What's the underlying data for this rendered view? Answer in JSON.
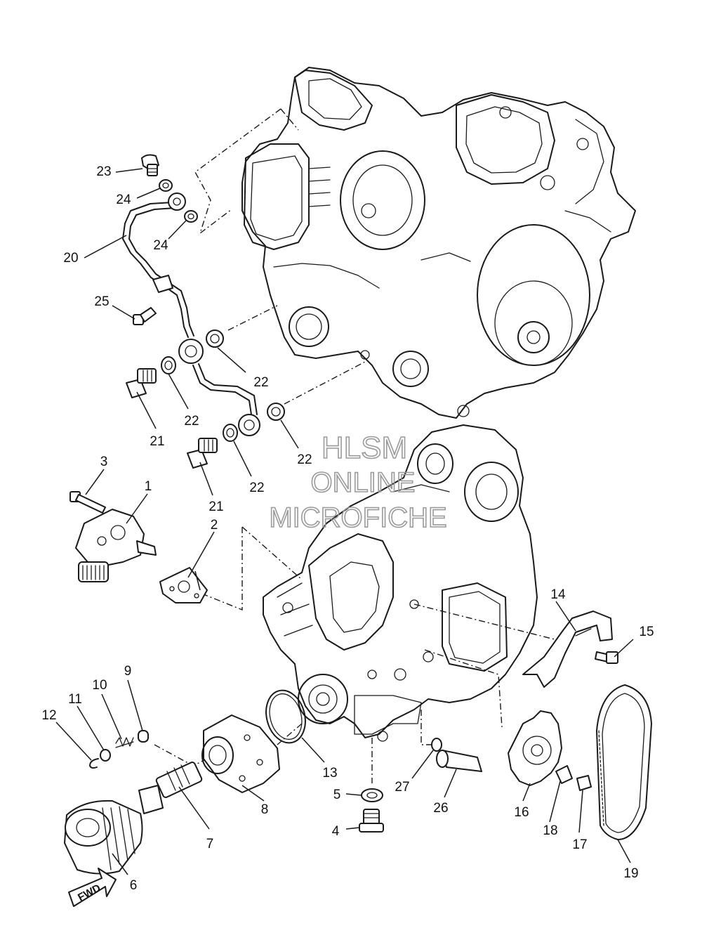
{
  "watermark": {
    "line1": "HLSM",
    "line2": "ONLINE",
    "line3": "MICROFICHE"
  },
  "fwd_label": "FWD",
  "callouts": [
    {
      "id": "1",
      "label": "1"
    },
    {
      "id": "2",
      "label": "2"
    },
    {
      "id": "3",
      "label": "3"
    },
    {
      "id": "4",
      "label": "4"
    },
    {
      "id": "5",
      "label": "5"
    },
    {
      "id": "6",
      "label": "6"
    },
    {
      "id": "7",
      "label": "7"
    },
    {
      "id": "8",
      "label": "8"
    },
    {
      "id": "9",
      "label": "9"
    },
    {
      "id": "10",
      "label": "10"
    },
    {
      "id": "11",
      "label": "11"
    },
    {
      "id": "12",
      "label": "12"
    },
    {
      "id": "13",
      "label": "13"
    },
    {
      "id": "14",
      "label": "14"
    },
    {
      "id": "15",
      "label": "15"
    },
    {
      "id": "16",
      "label": "16"
    },
    {
      "id": "17",
      "label": "17"
    },
    {
      "id": "18",
      "label": "18"
    },
    {
      "id": "19",
      "label": "19"
    },
    {
      "id": "20",
      "label": "20"
    },
    {
      "id": "21a",
      "label": "21"
    },
    {
      "id": "21b",
      "label": "21"
    },
    {
      "id": "22a",
      "label": "22"
    },
    {
      "id": "22b",
      "label": "22"
    },
    {
      "id": "22c",
      "label": "22"
    },
    {
      "id": "22d",
      "label": "22"
    },
    {
      "id": "23",
      "label": "23"
    },
    {
      "id": "24a",
      "label": "24"
    },
    {
      "id": "24b",
      "label": "24"
    },
    {
      "id": "25",
      "label": "25"
    },
    {
      "id": "26",
      "label": "26"
    },
    {
      "id": "27",
      "label": "27"
    }
  ]
}
